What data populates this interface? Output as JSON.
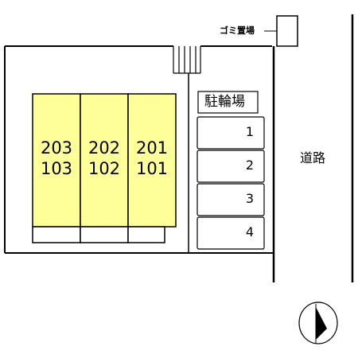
{
  "labels": {
    "trash_area": "ゴミ置場",
    "bicycle_parking": "駐輪場",
    "road": "道路"
  },
  "units": [
    {
      "upper": "203",
      "lower": "103"
    },
    {
      "upper": "202",
      "lower": "102"
    },
    {
      "upper": "201",
      "lower": "101"
    }
  ],
  "bicycle_slots": [
    "1",
    "2",
    "3",
    "4"
  ],
  "colors": {
    "building_fill": "#ffff99",
    "line": "#000000"
  },
  "compass": {
    "icon": "north-arrow-icon"
  }
}
